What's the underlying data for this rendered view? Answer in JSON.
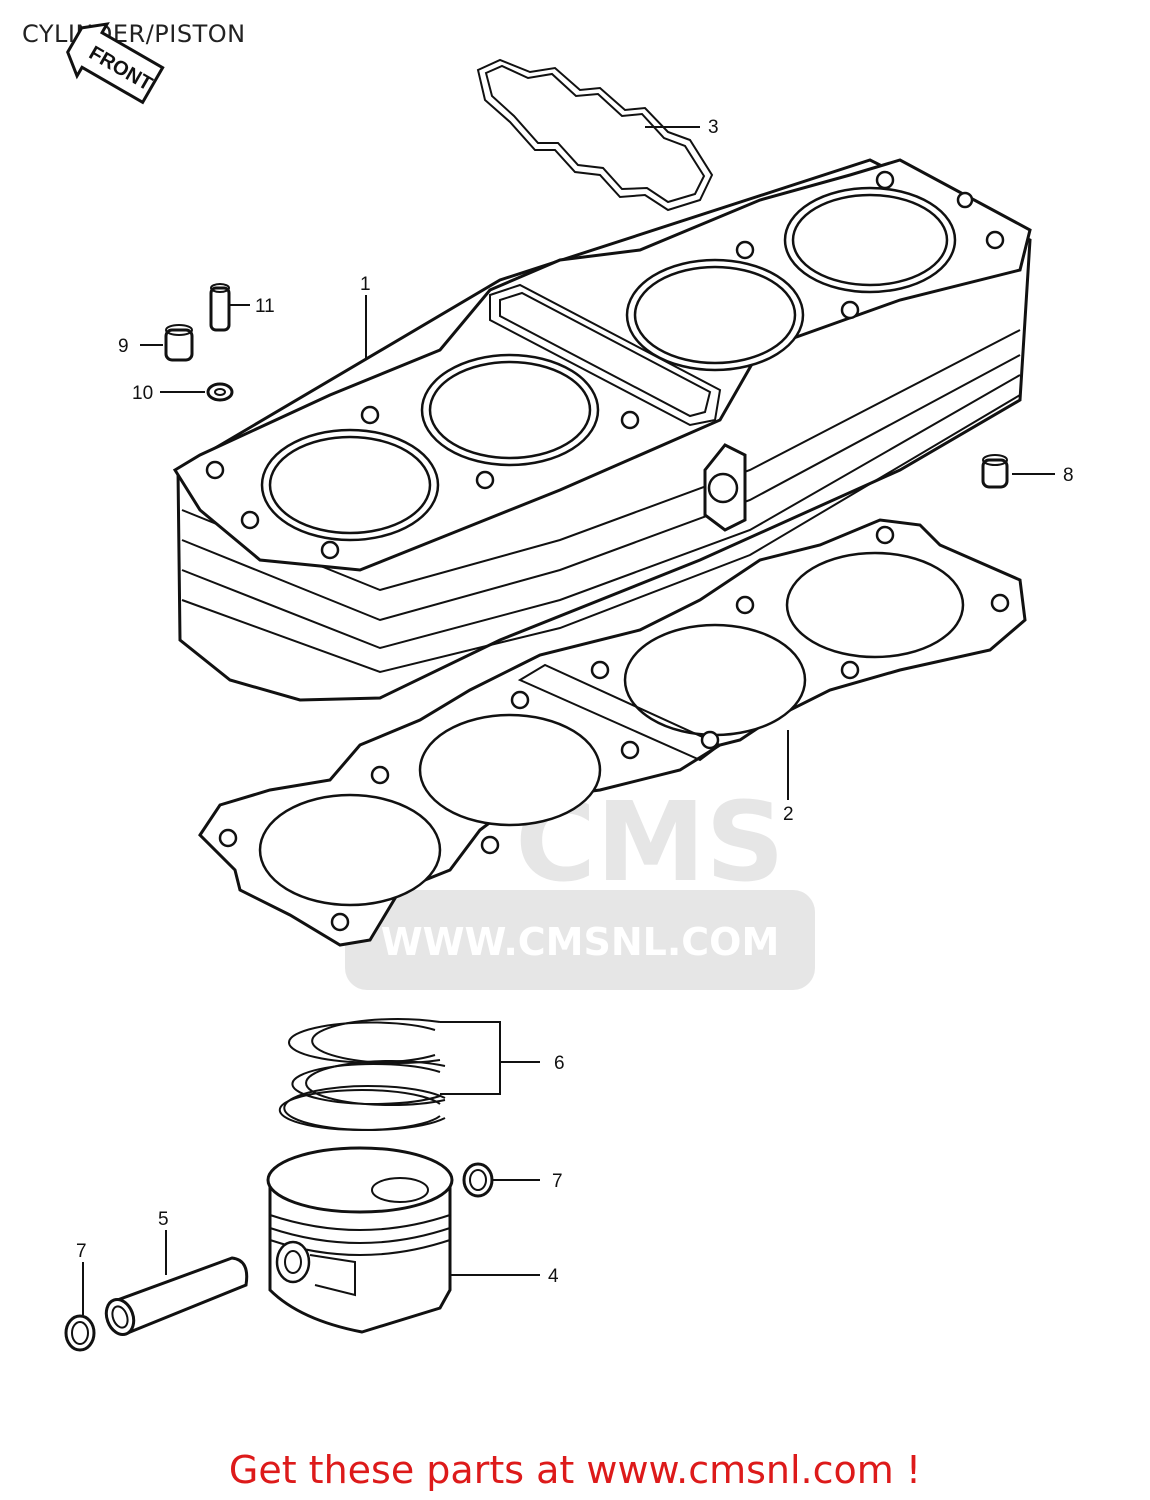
{
  "title": "CYLINDER/PISTON",
  "front_label": "FRONT",
  "watermark": {
    "logo": "CMS",
    "url": "WWW.CMSNL.COM"
  },
  "callouts": [
    {
      "id": "1",
      "label": "1"
    },
    {
      "id": "2",
      "label": "2"
    },
    {
      "id": "3",
      "label": "3"
    },
    {
      "id": "4",
      "label": "4"
    },
    {
      "id": "5",
      "label": "5"
    },
    {
      "id": "6",
      "label": "6"
    },
    {
      "id": "7a",
      "label": "7"
    },
    {
      "id": "7b",
      "label": "7"
    },
    {
      "id": "8",
      "label": "8"
    },
    {
      "id": "9",
      "label": "9"
    },
    {
      "id": "10",
      "label": "10"
    },
    {
      "id": "11",
      "label": "11"
    }
  ],
  "footer": {
    "link_text": "Get these parts at www.cmsnl.com !"
  }
}
